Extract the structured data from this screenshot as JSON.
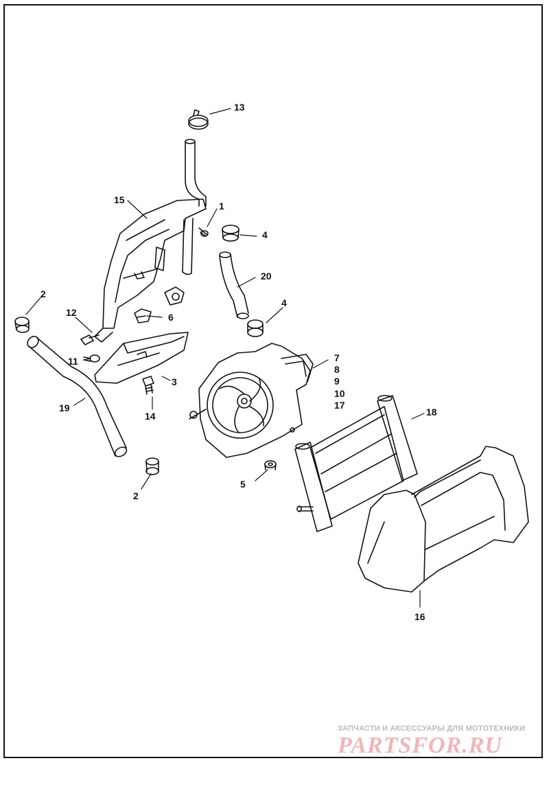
{
  "callouts": [
    {
      "id": "c13",
      "label": "13"
    },
    {
      "id": "c15",
      "label": "15"
    },
    {
      "id": "c1",
      "label": "1"
    },
    {
      "id": "c4a",
      "label": "4"
    },
    {
      "id": "c20",
      "label": "20"
    },
    {
      "id": "c4b",
      "label": "4"
    },
    {
      "id": "c2a",
      "label": "2"
    },
    {
      "id": "c12",
      "label": "12"
    },
    {
      "id": "c6",
      "label": "6"
    },
    {
      "id": "c11",
      "label": "11"
    },
    {
      "id": "c3",
      "label": "3"
    },
    {
      "id": "c14",
      "label": "14"
    },
    {
      "id": "c19",
      "label": "19"
    },
    {
      "id": "c2b",
      "label": "2"
    },
    {
      "id": "c7",
      "label": "7"
    },
    {
      "id": "c8",
      "label": "8"
    },
    {
      "id": "c9",
      "label": "9"
    },
    {
      "id": "c10",
      "label": "10"
    },
    {
      "id": "c17",
      "label": "17"
    },
    {
      "id": "c18",
      "label": "18"
    },
    {
      "id": "c5",
      "label": "5"
    },
    {
      "id": "c16",
      "label": "16"
    }
  ],
  "watermark": {
    "tagline": "ЗАПЧАСТИ И АКСЕССУАРЫ ДЛЯ МОТОТЕХНИКИ",
    "logo": "PARTSFOR.RU"
  }
}
